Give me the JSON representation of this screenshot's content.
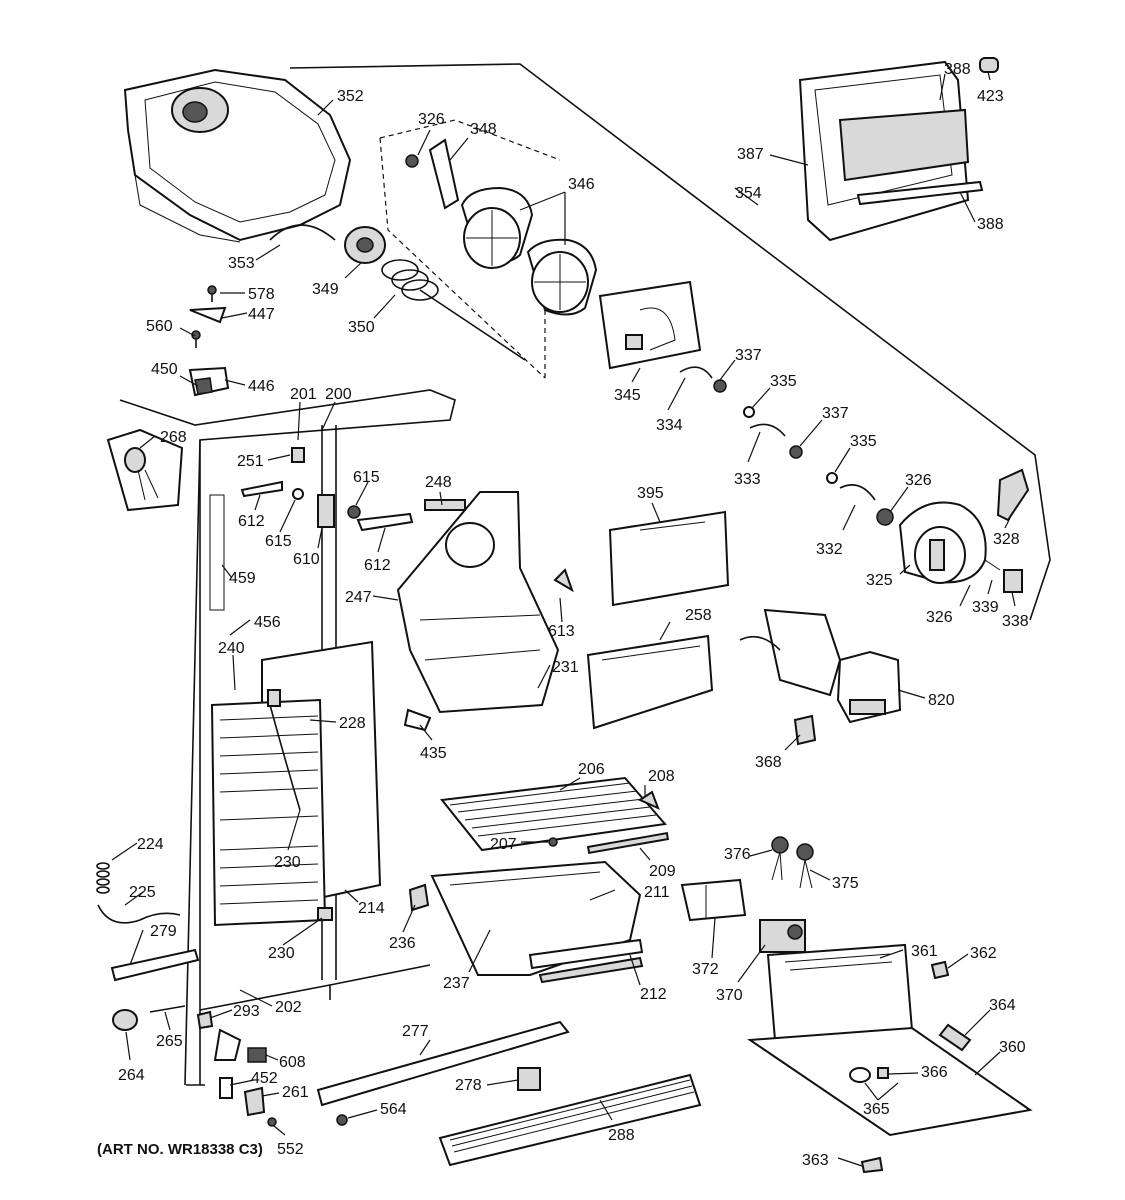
{
  "art_number": "(ART NO. WR18338 C3)",
  "labels": {
    "l352": "352",
    "l326a": "326",
    "l348": "348",
    "l346": "346",
    "l353": "353",
    "l349": "349",
    "l350": "350",
    "l578": "578",
    "l447": "447",
    "l560": "560",
    "l450": "450",
    "l446": "446",
    "l345": "345",
    "l334": "334",
    "l337a": "337",
    "l335a": "335",
    "l337b": "337",
    "l335b": "335",
    "l333": "333",
    "l332": "332",
    "l326b": "326",
    "l328": "328",
    "l325": "325",
    "l326c": "326",
    "l339": "339",
    "l338": "338",
    "l388a": "388",
    "l423": "423",
    "l387": "387",
    "l354": "354",
    "l388b": "388",
    "l201": "201",
    "l200": "200",
    "l268": "268",
    "l251": "251",
    "l612a": "612",
    "l615a": "615",
    "l615b": "615",
    "l610": "610",
    "l612b": "612",
    "l248": "248",
    "l395": "395",
    "l459": "459",
    "l247": "247",
    "l613": "613",
    "l456": "456",
    "l240": "240",
    "l258": "258",
    "l231": "231",
    "l228": "228",
    "l435": "435",
    "l820": "820",
    "l368": "368",
    "l206": "206",
    "l208": "208",
    "l207": "207",
    "l209": "209",
    "l230a": "230",
    "l224": "224",
    "l376": "376",
    "l375": "375",
    "l225": "225",
    "l214": "214",
    "l211": "211",
    "l279": "279",
    "l236": "236",
    "l230b": "230",
    "l237": "237",
    "l212": "212",
    "l372": "372",
    "l361": "361",
    "l362": "362",
    "l370": "370",
    "l293": "293",
    "l202": "202",
    "l265": "265",
    "l264": "264",
    "l608": "608",
    "l277": "277",
    "l364": "364",
    "l360": "360",
    "l452": "452",
    "l261": "261",
    "l278": "278",
    "l366": "366",
    "l564": "564",
    "l365": "365",
    "l552": "552",
    "l288": "288",
    "l363": "363"
  }
}
